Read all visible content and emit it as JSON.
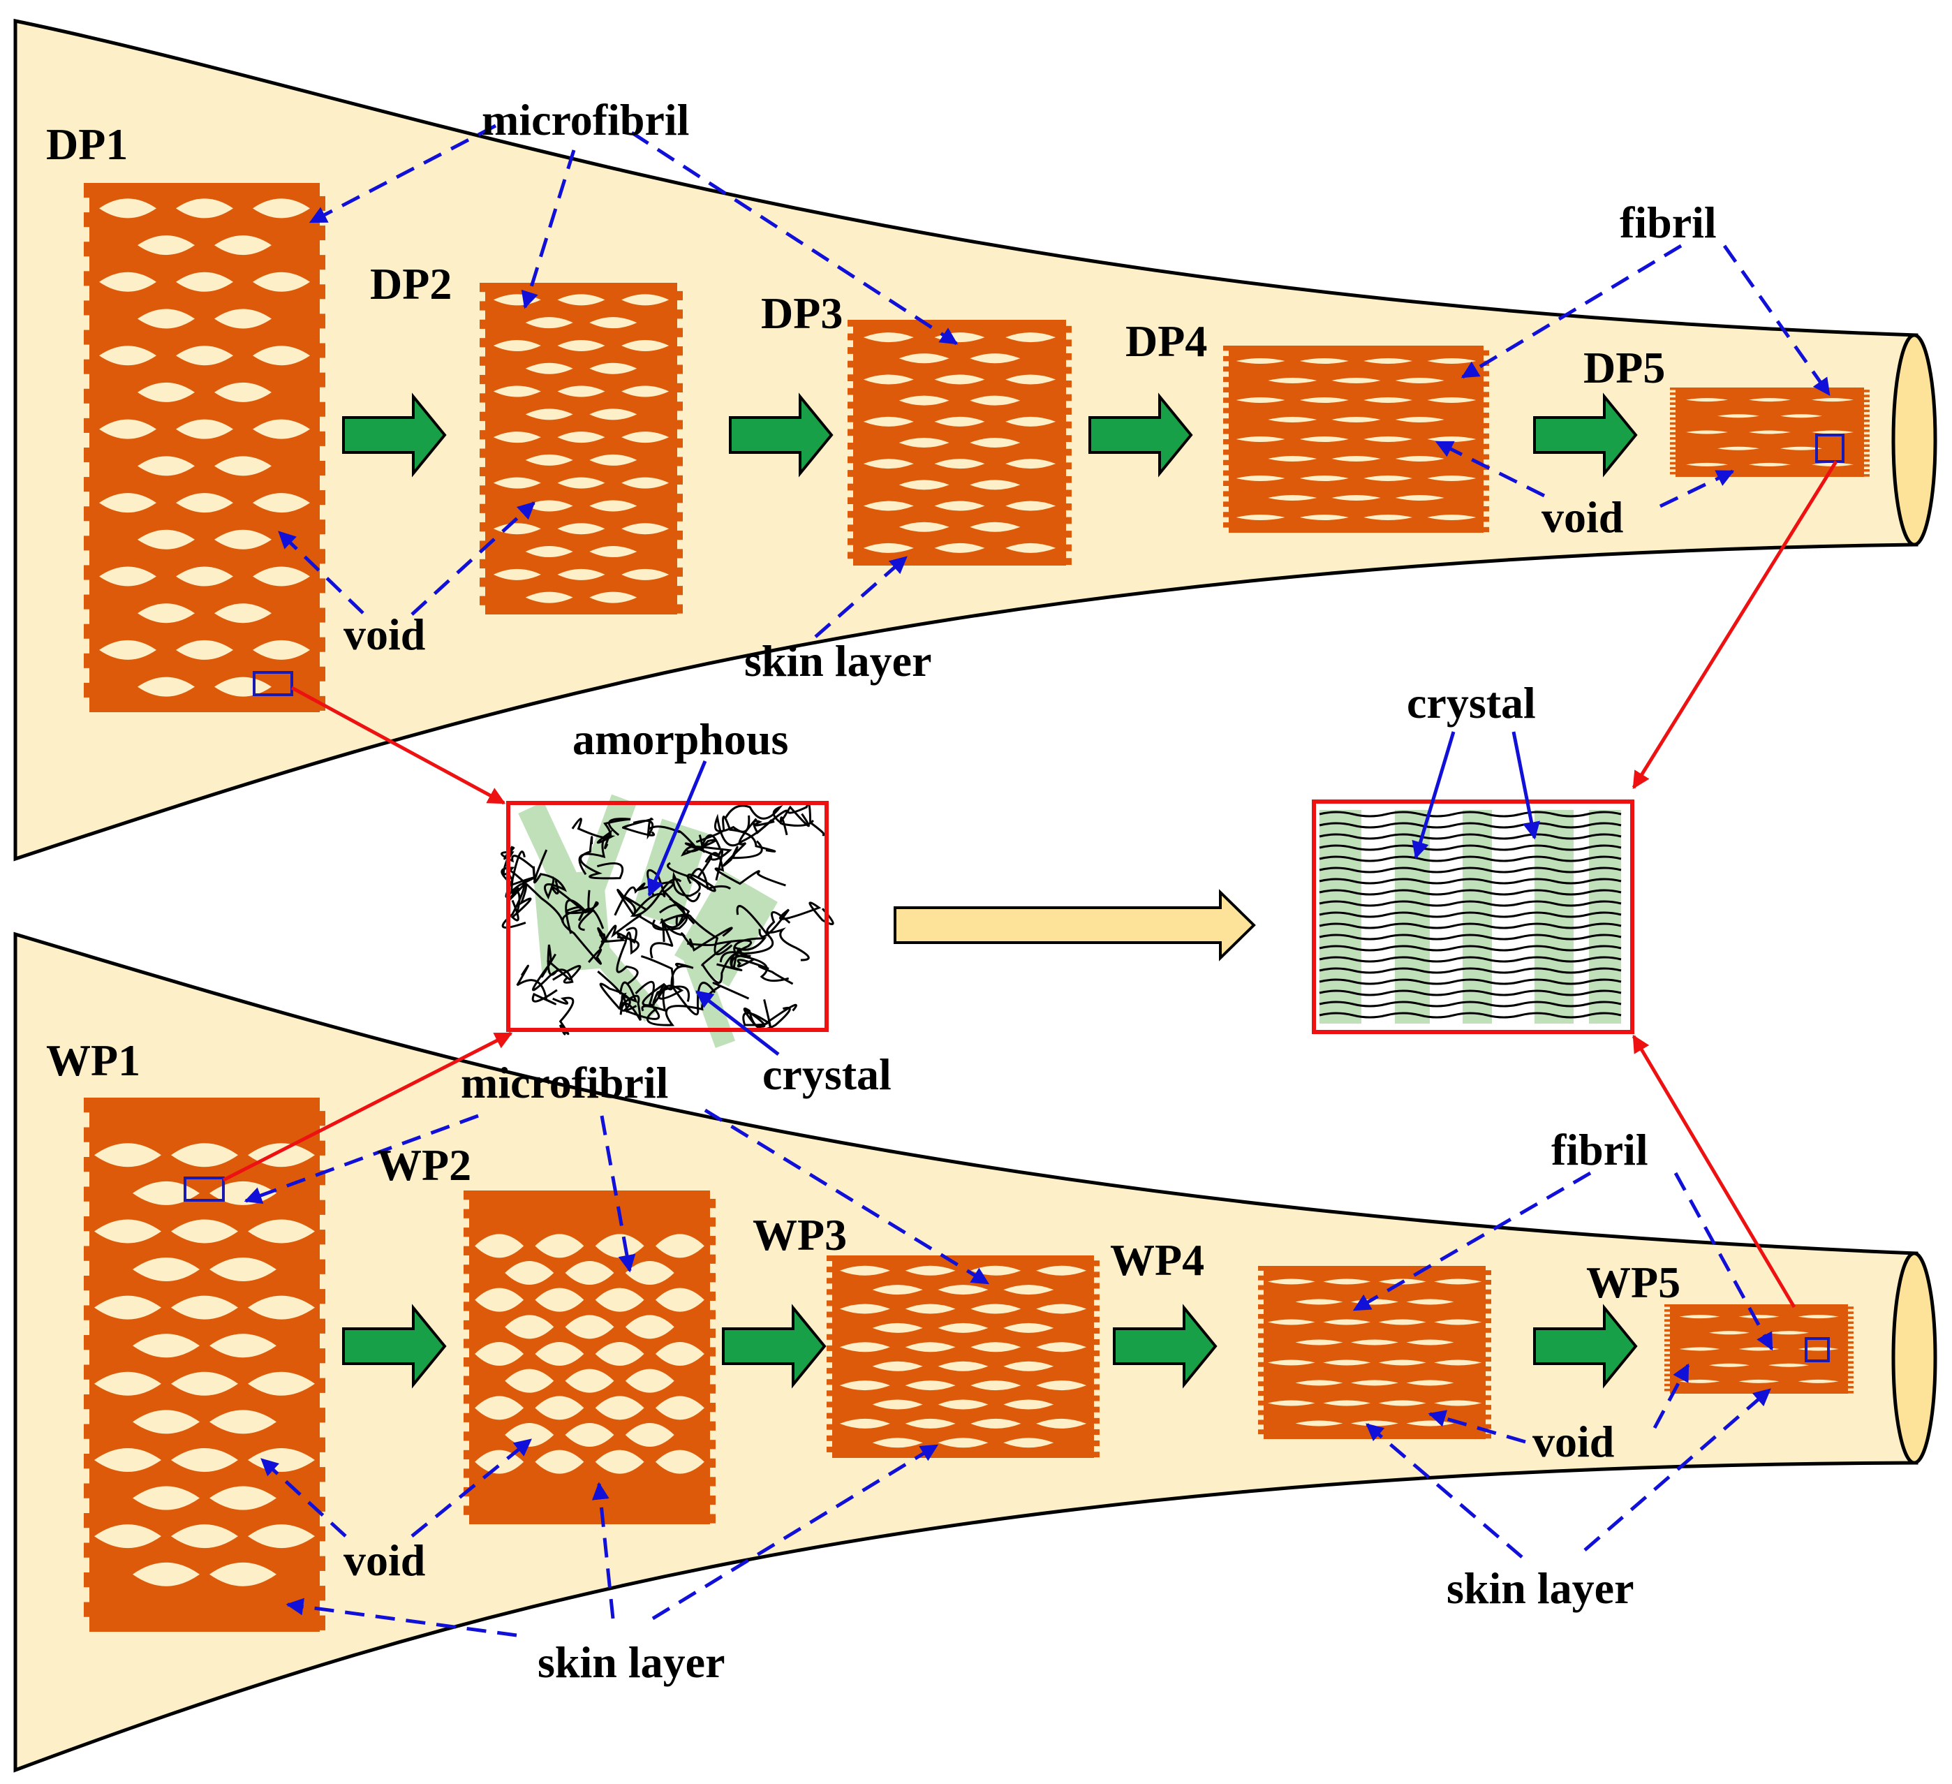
{
  "colors": {
    "funnel_fill": "#fdefc8",
    "funnel_stroke": "#000000",
    "fibril": "#dc5a0a",
    "pore": "#fdefc8",
    "leader": "#1010d8",
    "zoom_link": "#ee1111",
    "process_arrow": "#18a048",
    "transition_arrow": "#fde39a",
    "crystal_fill": "#bfe0b8",
    "chain": "#000000"
  },
  "dry_path": {
    "stages": [
      "DP1",
      "DP2",
      "DP3",
      "DP4",
      "DP5"
    ],
    "labels": {
      "microfibril": "microfibril",
      "fibril": "fibril",
      "void_left": "void",
      "void_right": "void",
      "skin_layer": "skin layer"
    }
  },
  "wet_path": {
    "stages": [
      "WP1",
      "WP2",
      "WP3",
      "WP4",
      "WP5"
    ],
    "labels": {
      "microfibril": "microfibril",
      "fibril": "fibril",
      "void_left": "void",
      "void_right": "void",
      "skin_layer_left": "skin layer",
      "skin_layer_right": "skin layer"
    }
  },
  "microstructure": {
    "amorphous": "amorphous",
    "crystal_left": "crystal",
    "crystal_right": "crystal"
  }
}
